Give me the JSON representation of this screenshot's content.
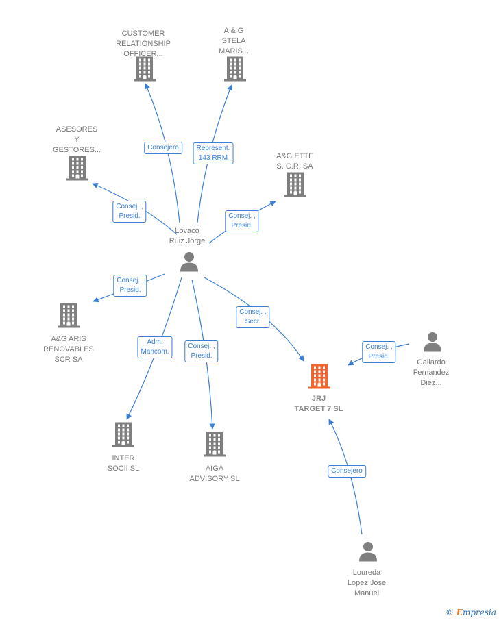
{
  "colors": {
    "edge": "#3a7fd5",
    "node": "#7f7f7f",
    "target": "#f26530",
    "label": "#777777"
  },
  "nodes": [
    {
      "id": "customer",
      "type": "company",
      "label": "CUSTOMER\nRELATIONSHIP\nOFFICER..."
    },
    {
      "id": "ag_stela",
      "type": "company",
      "label": "A & G\nSTELA\nMARIS..."
    },
    {
      "id": "asesores",
      "type": "company",
      "label": "ASESORES\nY\nGESTORES..."
    },
    {
      "id": "ag_ettf",
      "type": "company",
      "label": "A&G ETTF\nS. C.R. SA"
    },
    {
      "id": "lovaco",
      "type": "person",
      "label": "Lovaco\nRuiz Jorge"
    },
    {
      "id": "ag_aris",
      "type": "company",
      "label": "A&G ARIS\nRENOVABLES\nSCR SA"
    },
    {
      "id": "jrj",
      "type": "target",
      "label": "JRJ\nTARGET 7  SL"
    },
    {
      "id": "gallardo",
      "type": "person",
      "label": "Gallardo\nFernandez\nDiez..."
    },
    {
      "id": "inter",
      "type": "company",
      "label": "INTER\nSOCII  SL"
    },
    {
      "id": "aiga",
      "type": "company",
      "label": "AIGA\nADVISORY  SL"
    },
    {
      "id": "loureda",
      "type": "person",
      "label": "Loureda\nLopez Jose\nManuel"
    }
  ],
  "edges": [
    {
      "from": "lovaco",
      "to": "customer",
      "label": "Consejero"
    },
    {
      "from": "lovaco",
      "to": "ag_stela",
      "label": "Represent.\n143 RRM"
    },
    {
      "from": "lovaco",
      "to": "asesores",
      "label": "Consej. ,\nPresid."
    },
    {
      "from": "lovaco",
      "to": "ag_ettf",
      "label": "Consej. ,\nPresid."
    },
    {
      "from": "lovaco",
      "to": "ag_aris",
      "label": "Consej. ,\nPresid."
    },
    {
      "from": "lovaco",
      "to": "jrj",
      "label": "Consej. ,\nSecr."
    },
    {
      "from": "lovaco",
      "to": "inter",
      "label": "Adm.\nMancom."
    },
    {
      "from": "lovaco",
      "to": "aiga",
      "label": "Consej. ,\nPresid."
    },
    {
      "from": "gallardo",
      "to": "jrj",
      "label": "Consej. ,\nPresid."
    },
    {
      "from": "loureda",
      "to": "jrj",
      "label": "Consejero"
    }
  ],
  "brand": {
    "copyright": "©",
    "initial": "E",
    "rest": "mpresia"
  }
}
